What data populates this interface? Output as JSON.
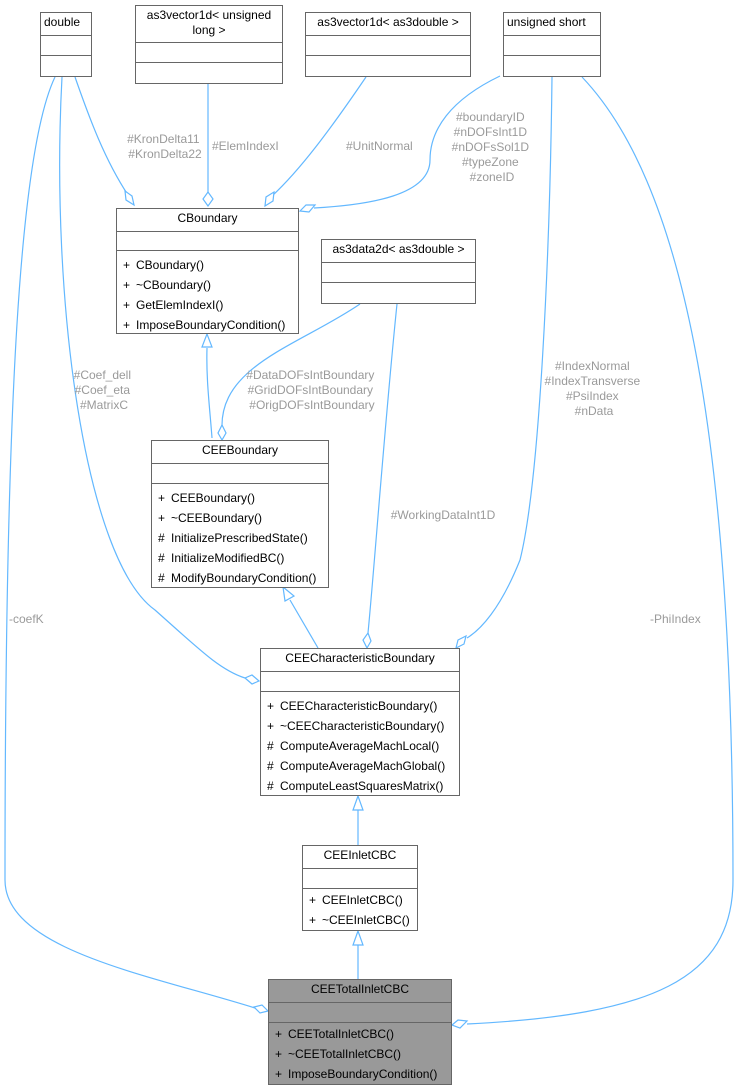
{
  "classes": {
    "double": {
      "name": "double",
      "members": []
    },
    "ulong_vec": {
      "name": "as3vector1d< unsigned\nlong >",
      "members": []
    },
    "dbl_vec": {
      "name": "as3vector1d< as3double >",
      "members": []
    },
    "ushort": {
      "name": "unsigned short",
      "members": []
    },
    "cboundary": {
      "name": "CBoundary",
      "members": [
        {
          "vis": "+",
          "name": "CBoundary()"
        },
        {
          "vis": "+",
          "name": "~CBoundary()"
        },
        {
          "vis": "+",
          "name": "GetElemIndexI()"
        },
        {
          "vis": "+",
          "name": "ImposeBoundaryCondition()"
        }
      ]
    },
    "data2d": {
      "name": "as3data2d< as3double >",
      "members": []
    },
    "ceeboundary": {
      "name": "CEEBoundary",
      "members": [
        {
          "vis": "+",
          "name": "CEEBoundary()"
        },
        {
          "vis": "+",
          "name": "~CEEBoundary()"
        },
        {
          "vis": "#",
          "name": "InitializePrescribedState()"
        },
        {
          "vis": "#",
          "name": "InitializeModifiedBC()"
        },
        {
          "vis": "#",
          "name": "ModifyBoundaryCondition()"
        }
      ]
    },
    "ceechar": {
      "name": "CEECharacteristicBoundary",
      "members": [
        {
          "vis": "+",
          "name": "CEECharacteristicBoundary()"
        },
        {
          "vis": "+",
          "name": "~CEECharacteristicBoundary()"
        },
        {
          "vis": "#",
          "name": "ComputeAverageMachLocal()"
        },
        {
          "vis": "#",
          "name": "ComputeAverageMachGlobal()"
        },
        {
          "vis": "#",
          "name": "ComputeLeastSquaresMatrix()"
        }
      ]
    },
    "ceeinlet": {
      "name": "CEEInletCBC",
      "members": [
        {
          "vis": "+",
          "name": "CEEInletCBC()"
        },
        {
          "vis": "+",
          "name": "~CEEInletCBC()"
        }
      ]
    },
    "ceetotal": {
      "name": "CEETotalInletCBC",
      "members": [
        {
          "vis": "+",
          "name": "CEETotalInletCBC()"
        },
        {
          "vis": "+",
          "name": "~CEETotalInletCBC()"
        },
        {
          "vis": "+",
          "name": "ImposeBoundaryCondition()"
        }
      ]
    }
  },
  "edge_labels": {
    "kron": [
      "#KronDelta11",
      "#KronDelta22"
    ],
    "elemindex": [
      "#ElemIndexI"
    ],
    "unitnormal": [
      "#UnitNormal"
    ],
    "boundaryid": [
      "#boundaryID",
      "#nDOFsInt1D",
      "#nDOFsSol1D",
      "#typeZone",
      "#zoneID"
    ],
    "coef": [
      "#Coef_dell",
      "#Coef_eta",
      "#MatrixC"
    ],
    "datadofs": [
      "#DataDOFsIntBoundary",
      "#GridDOFsIntBoundary",
      "#OrigDOFsIntBoundary"
    ],
    "indexnormal": [
      "#IndexNormal",
      "#IndexTransverse",
      "#PsiIndex",
      "#nData"
    ],
    "workingdata": [
      "#WorkingDataInt1D"
    ],
    "coefk": [
      "-coefK"
    ],
    "phiindex": [
      "-PhiIndex"
    ]
  },
  "colors": {
    "edge": "#63b8ff",
    "label": "#9a9a9a",
    "border": "#666666",
    "highlight": "#999999"
  }
}
